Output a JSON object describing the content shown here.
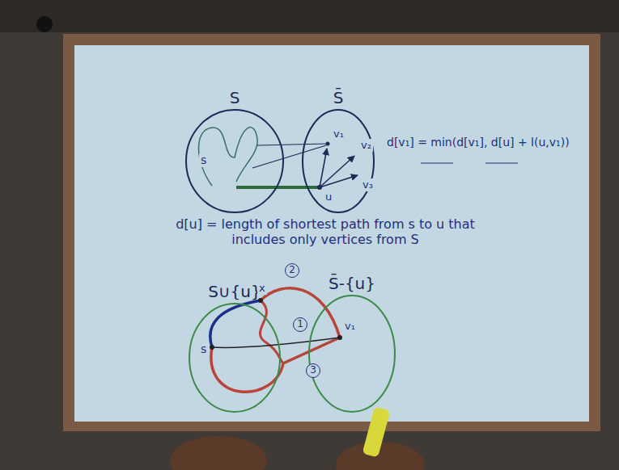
{
  "diagram": {
    "nodes": [
      {
        "text": [
          "S"
        ]
      },
      {
        "text": [
          "S̄"
        ]
      },
      {
        "text": [
          "S∪{u}"
        ]
      },
      {
        "text": [
          "S̄-{u}"
        ]
      }
    ],
    "labels": [
      "s",
      "v₁",
      "v₂",
      "v₃",
      "u",
      "d[v₁] = min(d[v₁], d[u] + l(u,v₁))",
      "d[u] = length of shortest path from s to u that includes only vertices from S",
      "x",
      "2",
      "s",
      "1",
      "3",
      "v₁"
    ]
  }
}
